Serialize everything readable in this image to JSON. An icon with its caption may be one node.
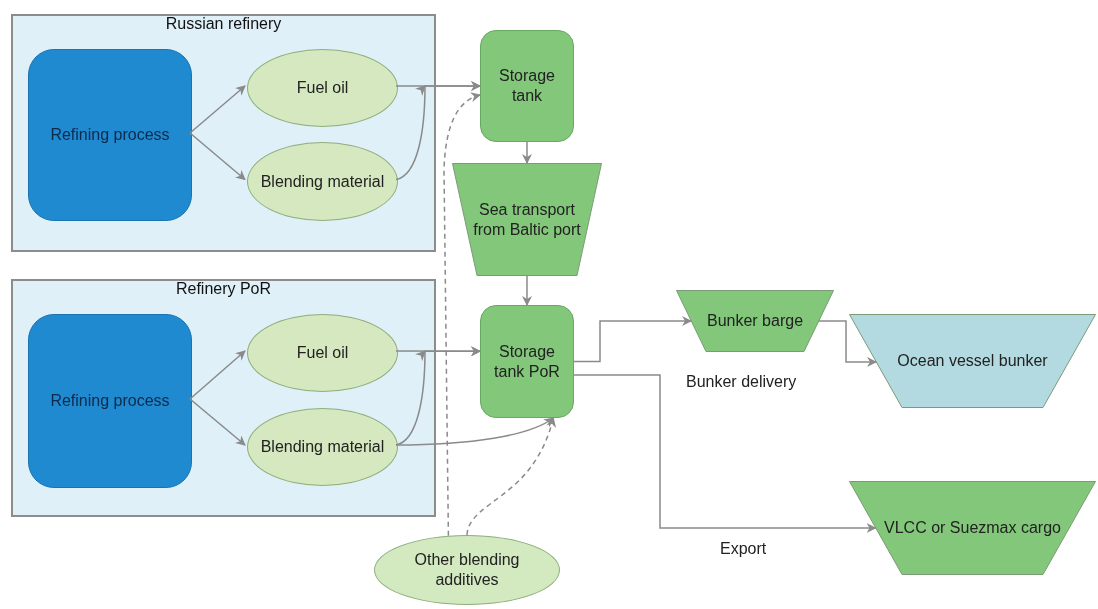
{
  "diagram": {
    "nodes": [
      {
        "text": [
          "Russian refinery"
        ]
      },
      {
        "text": [
          "Refining process"
        ],
        "in": 0
      },
      {
        "text": [
          "Fuel oil"
        ],
        "in": 0
      },
      {
        "text": [
          "Blending material"
        ],
        "in": 0
      },
      {
        "text": [
          "Refinery PoR"
        ]
      },
      {
        "text": [
          "Refining process"
        ],
        "in": 4
      },
      {
        "text": [
          "Fuel oil"
        ],
        "in": 4
      },
      {
        "text": [
          "Blending material"
        ],
        "in": 4
      },
      {
        "text": [
          "Storage tank"
        ]
      },
      {
        "text": [
          "Sea transport from Baltic port"
        ]
      },
      {
        "text": [
          "Storage tank PoR"
        ]
      },
      {
        "text": [
          "Bunker barge"
        ]
      },
      {
        "text": [
          "Ocean vessel bunker"
        ]
      },
      {
        "text": [
          "VLCC or Suezmax cargo"
        ]
      },
      {
        "text": [
          "Other blending additives"
        ]
      }
    ],
    "edges": [
      {
        "from": 1,
        "to": 2,
        "arrow": "to"
      },
      {
        "from": 1,
        "to": 3,
        "arrow": "to"
      },
      {
        "from": 2,
        "to": 8,
        "arrow": "to"
      },
      {
        "from": 3,
        "to": 8,
        "arrow": "to"
      },
      {
        "from": 5,
        "to": 6,
        "arrow": "to"
      },
      {
        "from": 5,
        "to": 7,
        "arrow": "to"
      },
      {
        "from": 6,
        "to": 10,
        "arrow": "to"
      },
      {
        "from": 7,
        "to": 10,
        "arrow": "to"
      },
      {
        "from": 7,
        "to": 10,
        "arrow": "to"
      },
      {
        "from": 14,
        "to": 8,
        "arrow": "to",
        "style": "dashed"
      },
      {
        "from": 14,
        "to": 10,
        "arrow": "to",
        "style": "dashed"
      },
      {
        "from": 8,
        "to": 9,
        "arrow": "to"
      },
      {
        "from": 9,
        "to": 10,
        "arrow": "to"
      },
      {
        "from": 10,
        "to": 11,
        "arrow": "to"
      },
      {
        "from": 11,
        "to": 12,
        "arrow": "to"
      },
      {
        "from": 10,
        "to": 13,
        "arrow": "to"
      }
    ],
    "labels": [
      "Bunker delivery",
      "Export"
    ]
  }
}
